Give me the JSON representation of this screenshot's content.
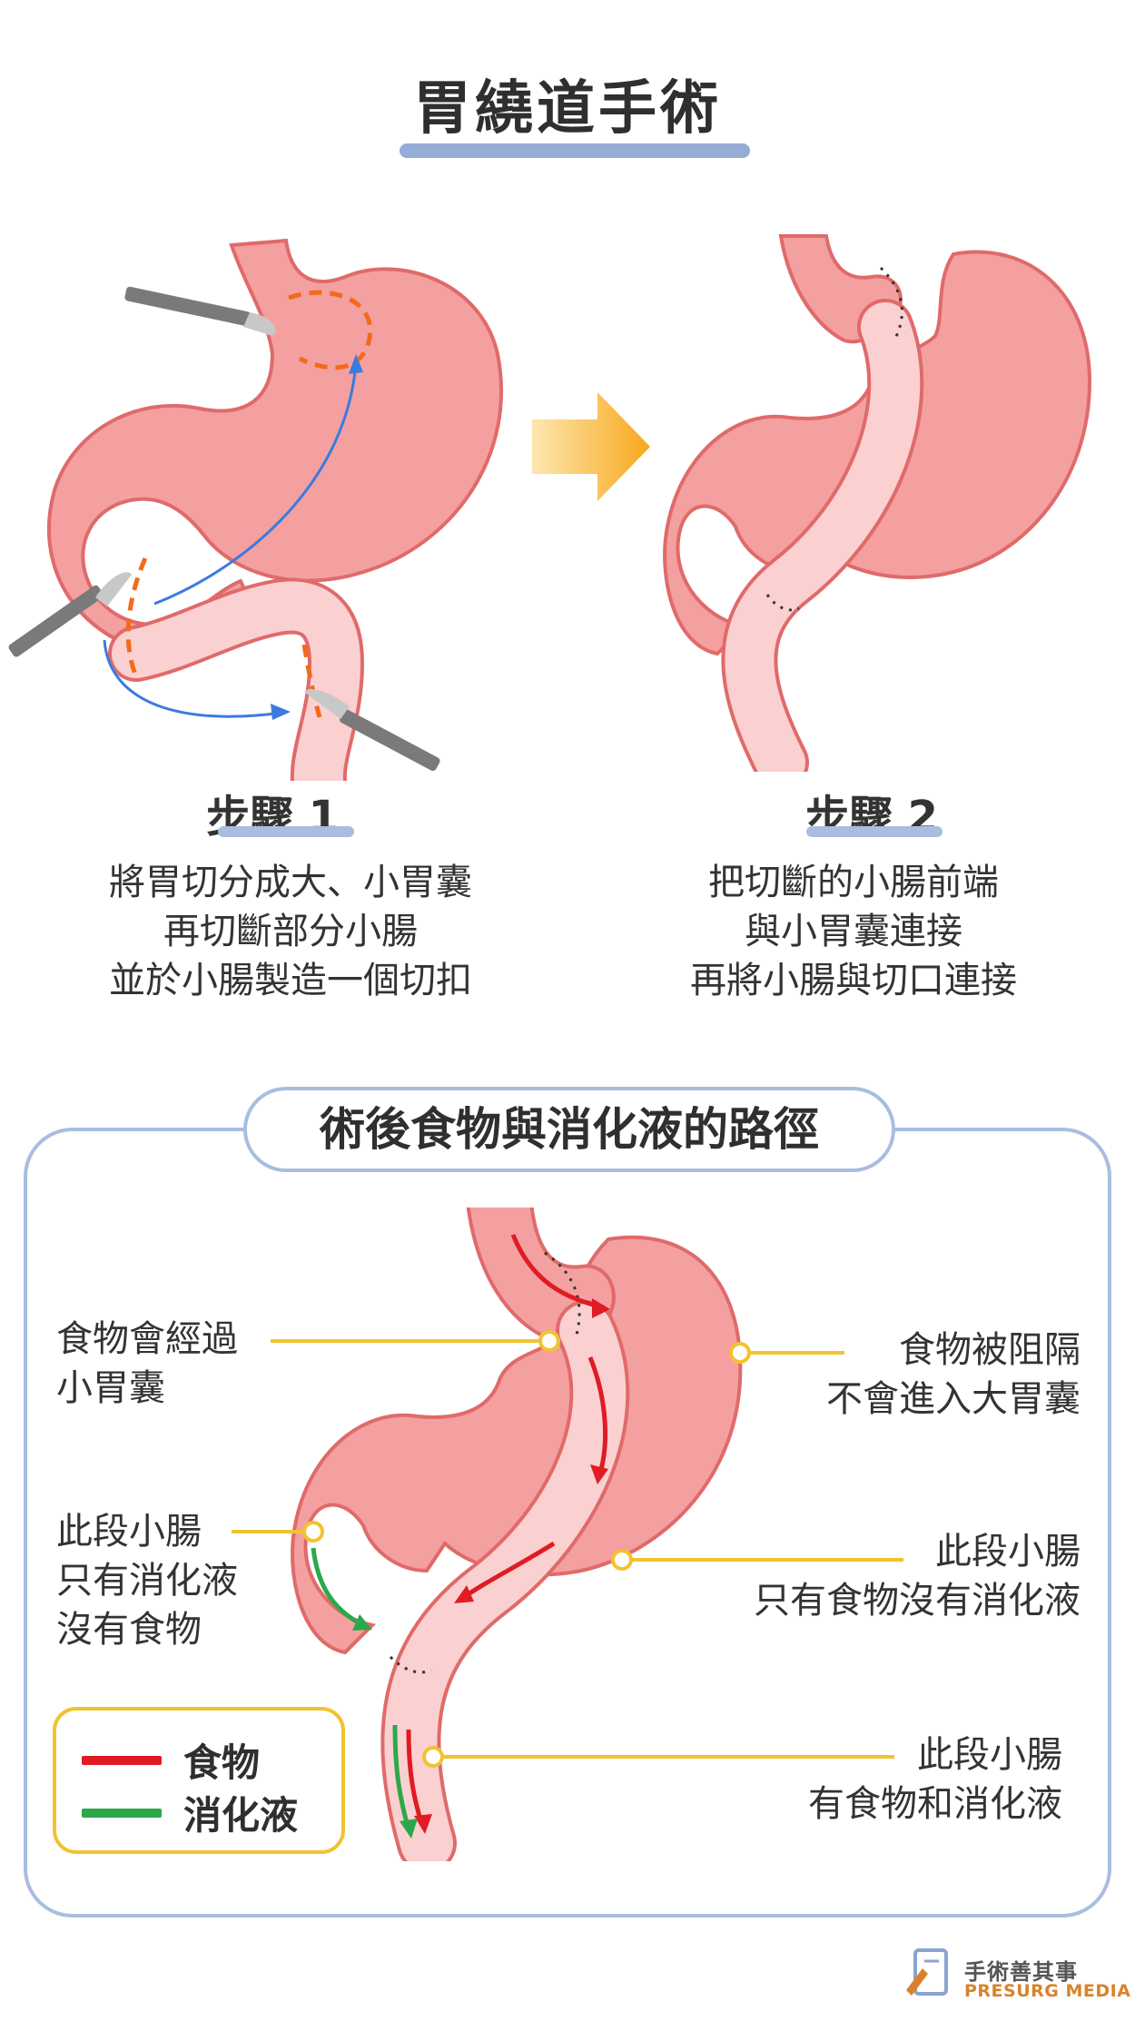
{
  "header": {
    "title": "胃繞道手術"
  },
  "steps": [
    {
      "title": "步驟 1",
      "lines": [
        "將胃切分成大、小胃囊",
        "再切斷部分小腸",
        "並於小腸製造一個切扣"
      ]
    },
    {
      "title": "步驟 2",
      "lines": [
        "把切斷的小腸前端",
        "與小胃囊連接",
        "再將小腸與切口連接"
      ]
    }
  ],
  "pathway": {
    "title": "術後食物與消化液的路徑",
    "callouts": {
      "small_pouch": [
        "食物會經過",
        "小胃囊"
      ],
      "large_stomach": [
        "食物被阻隔",
        "不會進入大胃囊"
      ],
      "digestive_only": [
        "此段小腸",
        "只有消化液",
        "沒有食物"
      ],
      "food_only": [
        "此段小腸",
        "只有食物沒有消化液"
      ],
      "both": [
        "此段小腸",
        "有食物和消化液"
      ]
    },
    "legend": {
      "food": "食物",
      "digestive_fluid": "消化液"
    }
  },
  "brand": {
    "name_cn": "手術善其事",
    "name_en": "PRESURG MEDIA"
  },
  "colors": {
    "stomach": "#f4a0a0",
    "stomach_outline": "#e06a6a",
    "intestine": "#fbd0d0",
    "food_arrow": "#e01b24",
    "fluid_arrow": "#2ca84a",
    "cut_line": "#f26a1b",
    "blue_arrow": "#3a7be0",
    "accent_bar": "#94acd6",
    "callout_line": "#f2c230",
    "transition_arrow": "#f7a81b"
  }
}
